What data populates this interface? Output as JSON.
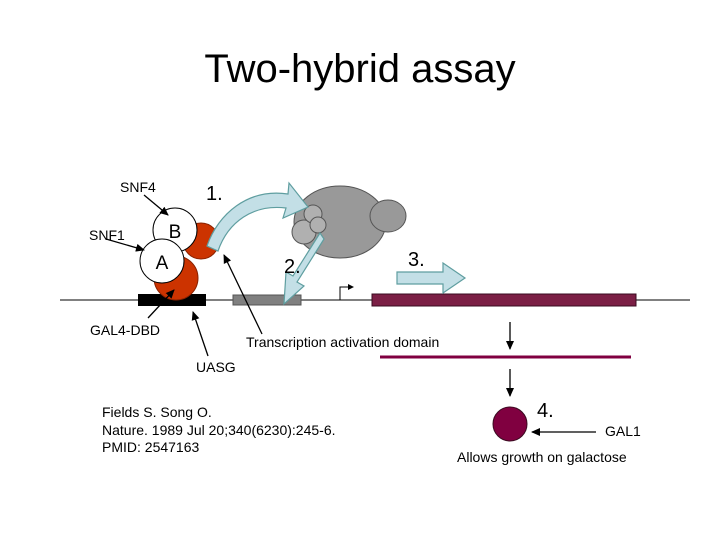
{
  "title": "Two-hybrid assay",
  "labels": {
    "snf4": "SNF4",
    "snf1": "SNF1",
    "protein_b": "B",
    "protein_a": "A",
    "gal4_dbd": "GAL4-DBD",
    "uasg": "UASG",
    "activation_domain": "Transcription activation domain",
    "gal1": "GAL1",
    "growth": "Allows growth on galactose"
  },
  "steps": [
    "1.",
    "2.",
    "3.",
    "4."
  ],
  "citation": [
    "Fields S. Song O.",
    "Nature. 1989 Jul 20;340(6230):245-6.",
    "PMID: 2547163"
  ],
  "colors": {
    "dna_line": "#000000",
    "dbd_box": "#000000",
    "uas_box": "#808080",
    "gene_bar": "#7b1f45",
    "rnap": "#999999",
    "rnap_subunit": "#b0b0b0",
    "activator_red": "#cc3300",
    "arrow_fill": "#c3dfe6",
    "arrow_edge": "#5f9ea0",
    "protein_circle": "#ffffff",
    "colony": "#800040"
  }
}
